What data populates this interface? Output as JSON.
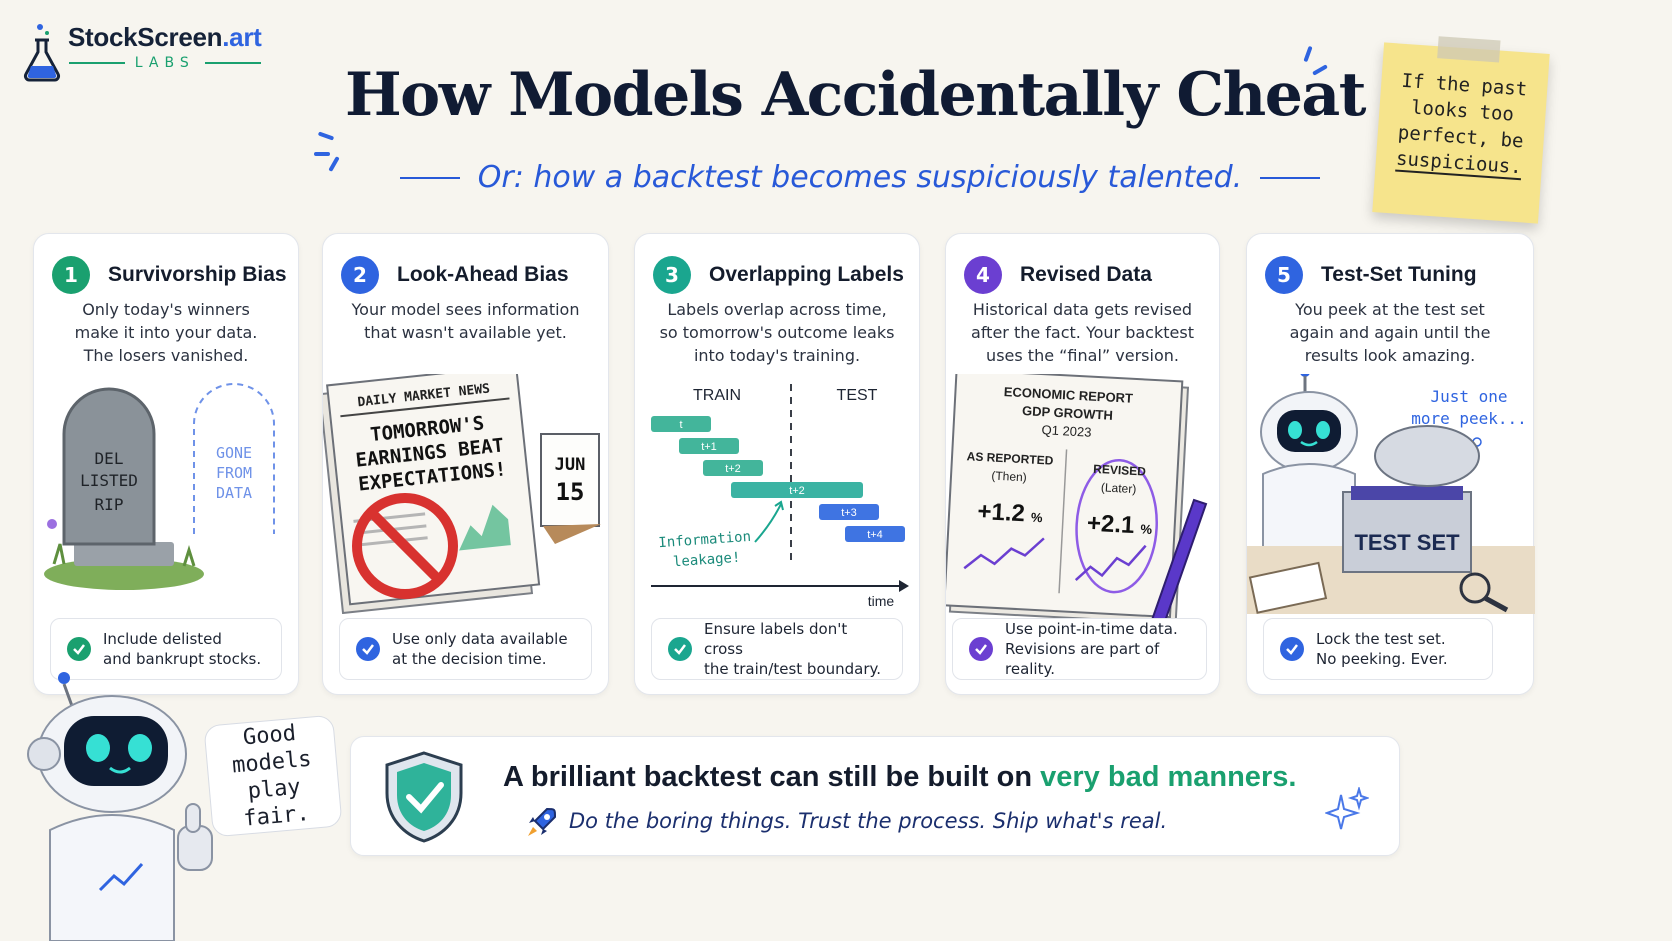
{
  "brand": {
    "name_main": "StockScreen",
    "name_accent": ".art",
    "sub": "LABS"
  },
  "title": "How Models Accidentally Cheat",
  "subtitle": "Or: how a backtest becomes suspiciously talented.",
  "sticky_note": {
    "line1": "If the past",
    "line2": "looks too",
    "line3": "perfect, be",
    "line4": "suspicious."
  },
  "colors": {
    "green": "#1aa06f",
    "blue": "#2f64e0",
    "teal": "#1aa68f",
    "purple": "#6b3fd1",
    "note": "#f6e48c"
  },
  "cards": [
    {
      "number": "1",
      "title": "Survivorship Bias",
      "desc": [
        "Only today's winners",
        "make it into your data.",
        "The losers vanished."
      ],
      "tip": [
        "Include delisted",
        "and bankrupt stocks."
      ],
      "illus": {
        "tomb": [
          "DEL",
          "LISTED",
          "RIP"
        ],
        "ghost": [
          "GONE",
          "FROM",
          "DATA"
        ]
      }
    },
    {
      "number": "2",
      "title": "Look-Ahead Bias",
      "desc": [
        "Your model sees information",
        "that wasn't available yet."
      ],
      "tip": [
        "Use only data available",
        "at the decision time."
      ],
      "illus": {
        "paper_header": "DAILY MARKET NEWS",
        "headline": [
          "TOMORROW'S",
          "EARNINGS BEAT",
          "EXPECTATIONS!"
        ],
        "cal_month": "JUN",
        "cal_day": "15"
      }
    },
    {
      "number": "3",
      "title": "Overlapping Labels",
      "desc": [
        "Labels overlap across time,",
        "so tomorrow's outcome leaks",
        "into today's training."
      ],
      "tip": [
        "Ensure labels don't cross",
        "the train/test boundary."
      ],
      "illus": {
        "train": "TRAIN",
        "test": "TEST",
        "time": "time",
        "labels": [
          "t",
          "t+1",
          "t+2",
          "t+2",
          "t+3",
          "t+4"
        ],
        "leak": [
          "Information",
          "leakage!"
        ]
      }
    },
    {
      "number": "4",
      "title": "Revised Data",
      "desc": [
        "Historical data gets revised",
        "after the fact. Your backtest",
        "uses the “final” version."
      ],
      "tip": [
        "Use point-in-time data.",
        "Revisions are part of reality."
      ],
      "illus": {
        "report": [
          "ECONOMIC REPORT",
          "GDP GROWTH",
          "Q1 2023"
        ],
        "left_label": [
          "AS REPORTED",
          "(Then)"
        ],
        "left_value": "+1.2",
        "right_label": [
          "REVISED",
          "(Later)"
        ],
        "right_value": "+2.1",
        "unit": "%"
      }
    },
    {
      "number": "5",
      "title": "Test-Set Tuning",
      "desc": [
        "You peek at the test set",
        "again and again until the",
        "results look amazing."
      ],
      "tip": [
        "Lock the test set.",
        "No peeking. Ever."
      ],
      "illus": {
        "thought": [
          "Just one",
          "more peek..."
        ],
        "box": "TEST SET"
      }
    }
  ],
  "bottom": {
    "headline_main": "A brilliant backtest can still be built on ",
    "headline_accent": "very bad manners.",
    "tagline": "Do the boring things. Trust the process. Ship what's real."
  },
  "robot_bubble": [
    "Good",
    "models",
    "play fair."
  ]
}
